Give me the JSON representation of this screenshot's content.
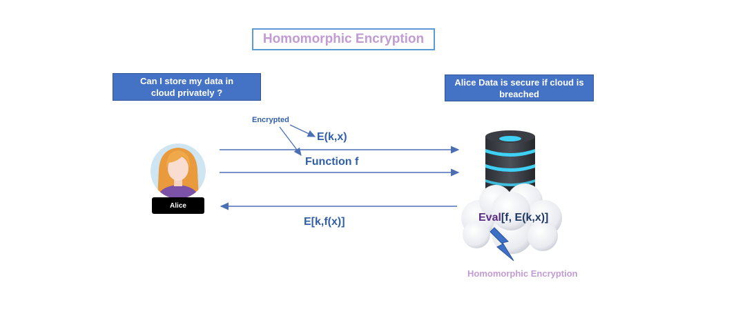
{
  "title": "Homomorphic Encryption",
  "question_box": {
    "line1": "Can I store my data in",
    "line2": "cloud  privately ?"
  },
  "secure_box": {
    "line1": "Alice Data is secure if cloud is",
    "line2": "breached"
  },
  "annotation": "Encrypted",
  "flows": {
    "encrypted_data": "E(k,x)",
    "function": "Function f",
    "result": "E[k,f(x)]"
  },
  "alice_label": "Alice",
  "eval": {
    "word": "Eval",
    "rest": "[f, E(k,x)]"
  },
  "cloud_caption": "Homomorphic Encryption",
  "icons": [
    "user-avatar-icon",
    "database-server-icon",
    "cloud-icon",
    "lightning-bolt-icon"
  ],
  "colors": {
    "accent_blue": "#4472c4",
    "arrow_blue": "#4a6fb5",
    "title_purple": "#c39bd3",
    "eval_purple": "#5b2c83",
    "db_glow": "#3fd0f5"
  }
}
